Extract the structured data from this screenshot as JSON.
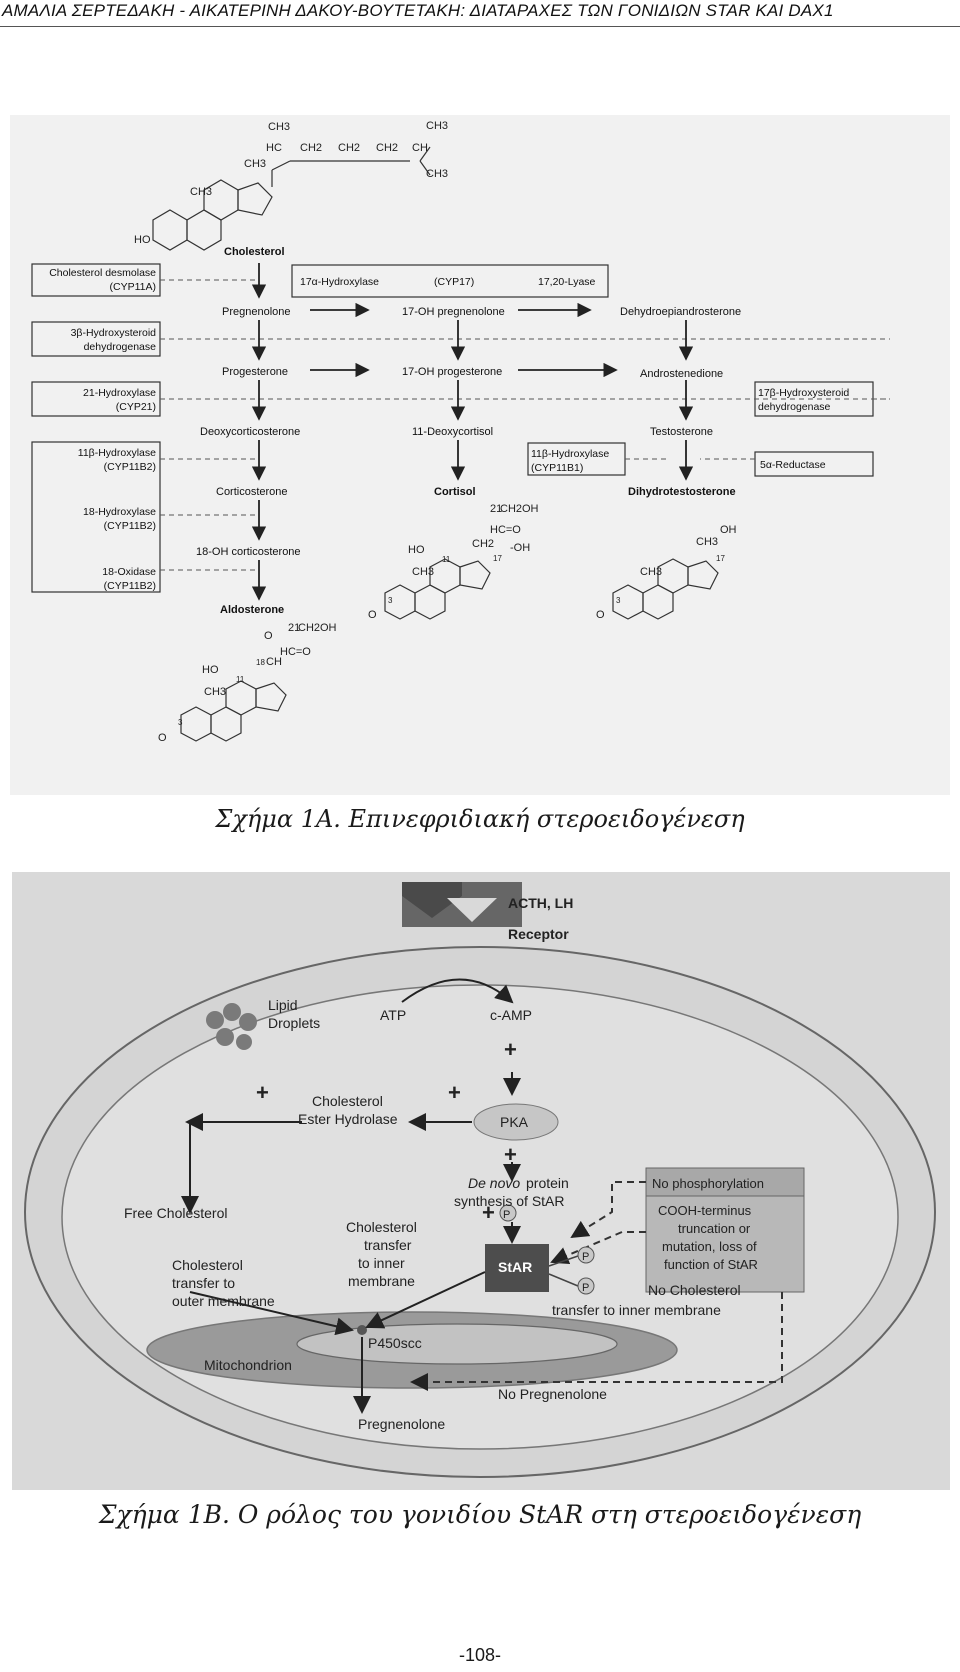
{
  "header": {
    "running_title": "ΑΜΑΛΙΑ ΣΕΡΤΕΔΑΚΗ - ΑΙΚΑΤΕΡΙΝΗ ΔΑΚΟΥ-ΒΟΥΤΕΤΑΚΗ: ΔΙΑΤΑΡΑΧΕΣ ΤΩΝ ΓΟΝΙΔΙΩΝ STAR ΚΑΙ DAX1"
  },
  "figure_a": {
    "caption": "Σχήμα 1Α. Επινεφριδιακή στεροειδογένεση",
    "structure_labels": {
      "ch3": "CH3",
      "hc": "HC",
      "ch2": "CH2",
      "ch": "CH",
      "ho": "HO",
      "o": "O",
      "oh": "OH",
      "ch2oh": "CH2OH",
      "hceo": "HC=O",
      "minus_oh": "-OH",
      "n3": "3",
      "n11": "11",
      "n17": "17",
      "n18": "18",
      "n21": "21"
    },
    "compounds": {
      "cholesterol": "Cholesterol",
      "pregnenolone": "Pregnenolone",
      "oh17_pregnenolone": "17-OH pregnenolone",
      "dhea": "Dehydroepiandrosterone",
      "progesterone": "Progesterone",
      "oh17_progesterone": "17-OH progesterone",
      "androstenedione": "Androstenedione",
      "doc": "Deoxycorticosterone",
      "deoxycortisol": "11-Deoxycortisol",
      "testosterone": "Testosterone",
      "corticosterone": "Corticosterone",
      "cortisol": "Cortisol",
      "dht": "Dihydrotestosterone",
      "oh18_corticosterone": "18-OH corticosterone",
      "aldosterone": "Aldosterone"
    },
    "enzymes": {
      "desmolase_1": "Cholesterol desmolase",
      "desmolase_2": "(CYP11A)",
      "hsd3b_1": "3β-Hydroxysteroid",
      "hsd3b_2": "dehydrogenase",
      "cyp21_1": "21-Hydroxylase",
      "cyp21_2": "(CYP21)",
      "b11_1": "11β-Hydroxylase",
      "b11_2": "(CYP11B2)",
      "h18_1": "18-Hydroxylase",
      "h18_2": "(CYP11B2)",
      "o18_1": "18-Oxidase",
      "o18_2": "(CYP11B2)",
      "cyp17_a": "17α-Hydroxylase",
      "cyp17_b": "(CYP17)",
      "cyp17_c": "17,20-Lyase",
      "b11b1_1": "11β-Hydroxylase",
      "b11b1_2": "(CYP11B1)",
      "hsd17_1": "17β-Hydroxysteroid",
      "hsd17_2": "dehydrogenase",
      "reductase": "5α-Reductase"
    }
  },
  "figure_b": {
    "caption": "Σχήμα 1Β. Ο ρόλος του γονιδίου StAR στη στεροειδογένεση",
    "ligand": "ACTH, LH",
    "receptor": "Receptor",
    "lipid_1": "Lipid",
    "lipid_2": "Droplets",
    "atp": "ATP",
    "camp": "c-AMP",
    "plus": "+",
    "p": "P",
    "ceh_1": "Cholesterol",
    "ceh_2": "Ester Hydrolase",
    "pka": "PKA",
    "denovo_1a": "De novo",
    "denovo_1b": "protein",
    "denovo_2": "synthesis of StAR",
    "no_phos": "No phosphorylation",
    "cooh_1": "COOH-terminus",
    "cooh_2": "truncation or",
    "cooh_3": "mutation, loss of",
    "cooh_4": "function of StAR",
    "free_chol": "Free Cholesterol",
    "chol_tr_1": "Cholesterol",
    "chol_tr_2": "transfer",
    "chol_tr_3": "to inner",
    "chol_tr_4": "membrane",
    "star": "StAR",
    "chol_out_1": "Cholesterol",
    "chol_out_2": "transfer to",
    "chol_out_3": "outer membrane",
    "no_chol_1": "No Cholesterol",
    "no_chol_2": "transfer to inner membrane",
    "p450": "P450scc",
    "mito": "Mitochondrion",
    "no_preg": "No Pregnenolone",
    "preg": "Pregnenolone"
  },
  "page_number": "-108-"
}
